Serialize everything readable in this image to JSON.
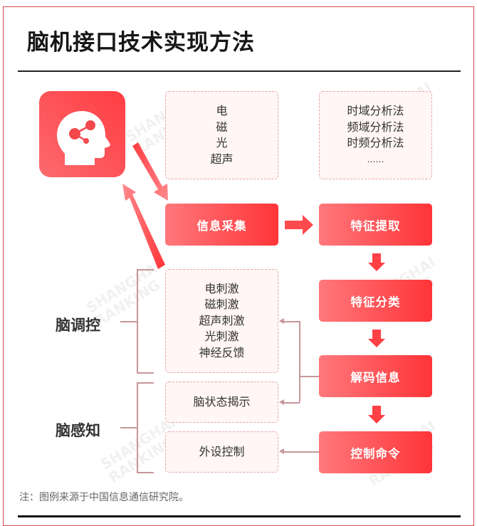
{
  "title": "脑机接口技术实现方法",
  "signal_types": {
    "items": [
      "电",
      "磁",
      "光",
      "超声"
    ]
  },
  "analysis_methods": {
    "items": [
      "时域分析法",
      "频域分析法",
      "时频分析法",
      "……"
    ]
  },
  "flow": {
    "collect": "信息采集",
    "extract": "特征提取",
    "classify": "特征分类",
    "decode": "解码信息",
    "command": "控制命令"
  },
  "modulation": {
    "label": "脑调控",
    "items": [
      "电刺激",
      "磁刺激",
      "超声刺激",
      "光刺激",
      "神经反馈"
    ]
  },
  "perception": {
    "label": "脑感知",
    "state": "脑状态揭示",
    "device": "外设控制"
  },
  "icons": {
    "brain": "head-network-icon"
  },
  "watermark": {
    "line1": "SHANGHAI",
    "line2": "RANKING"
  },
  "colors": {
    "accent": "#ff3d43",
    "accent_light": "#ff787c",
    "dashed_border": "#e9a4a6",
    "connector": "#c7969a"
  },
  "note": "注：图例来源于中国信息通信研究院。"
}
